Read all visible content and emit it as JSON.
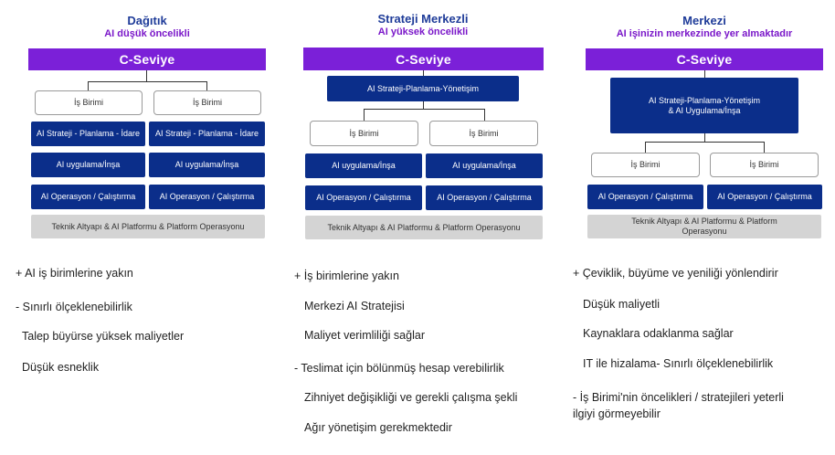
{
  "columns": [
    {
      "title": "Dağıtık",
      "subtitle": "AI düşük öncelikli",
      "c_level": "C-Seviye",
      "business_units": [
        "İş Birimi",
        "İş Birimi"
      ],
      "strategy_boxes": [
        "AI Strateji - Planlama - İdare",
        "AI Strateji - Planlama - İdare"
      ],
      "application_boxes": [
        "AI uygulama/İnşa",
        "AI uygulama/İnşa"
      ],
      "operation_boxes": [
        "AI Operasyon / Çalıştırma",
        "AI Operasyon / Çalıştırma"
      ],
      "platform_box": "Teknik Altyapı & AI Platformu & Platform Operasyonu",
      "notes": [
        "+  AI iş birimlerine yakın",
        "-  Sınırlı ölçeklenebilirlik",
        "Talep büyürse yüksek maliyetler",
        "Düşük esneklik"
      ]
    },
    {
      "title": "Strateji Merkezli",
      "subtitle": "AI yüksek öncelikli",
      "c_level": "C-Seviye",
      "central_box": "AI Strateji-Planlama-Yönetişim",
      "business_units": [
        "İş Birimi",
        "İş Birimi"
      ],
      "application_boxes": [
        "AI uygulama/İnşa",
        "AI uygulama/İnşa"
      ],
      "operation_boxes": [
        "AI Operasyon / Çalıştırma",
        "AI Operasyon / Çalıştırma"
      ],
      "platform_box": "Teknik Altyapı & AI Platformu & Platform Operasyonu",
      "notes": [
        "+  İş birimlerine yakın",
        "Merkezi AI Stratejisi",
        "Maliyet verimliliği sağlar",
        "-  Teslimat için bölünmüş hesap verebilirlik",
        "Zihniyet değişikliği ve gerekli çalışma şekli",
        "Ağır yönetişim gerekmektedir"
      ]
    },
    {
      "title": "Merkezi",
      "subtitle": "AI işinizin merkezinde yer almaktadır",
      "c_level": "C-Seviye",
      "central_box": "AI Strateji-Planlama-Yönetişim & AI Uygulama/İnşa",
      "business_units": [
        "İş Birimi",
        "İş Birimi"
      ],
      "operation_boxes": [
        "AI Operasyon / Çalıştırma",
        "AI Operasyon / Çalıştırma"
      ],
      "platform_box": "Teknik Altyapı & AI Platformu & Platform Operasyonu",
      "notes": [
        "+  Çeviklik, büyüme ve yeniliği yönlendirir",
        "Düşük maliyetli",
        "Kaynaklara odaklanma sağlar",
        "IT ile hizalama- Sınırlı ölçeklenebilirlik",
        "-  İş Birimi'nin öncelikleri / stratejileri yeterli",
        "ilgiyi görmeyebilir"
      ]
    }
  ]
}
